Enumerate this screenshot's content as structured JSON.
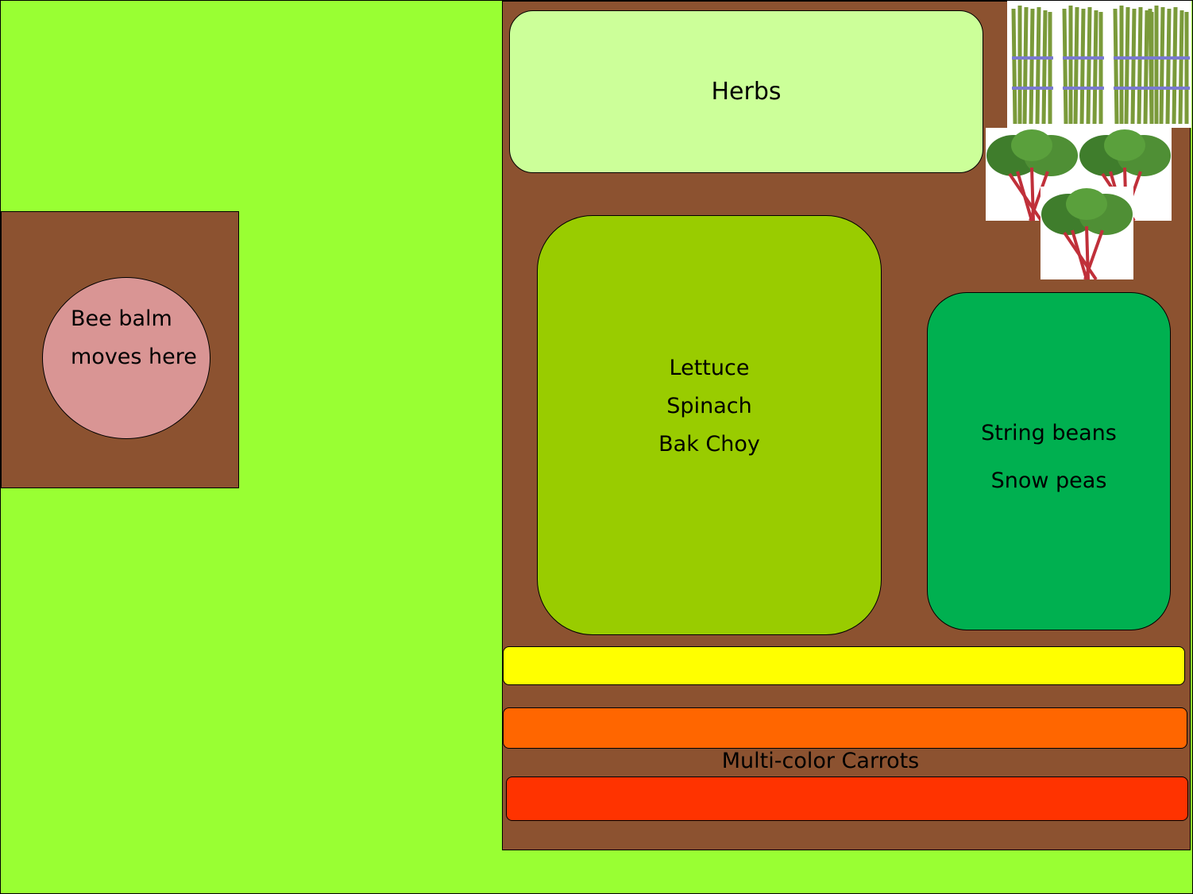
{
  "left_bed": {
    "label_line1": "Bee balm",
    "label_line2": "moves here"
  },
  "herbs": {
    "label": "Herbs"
  },
  "greens": {
    "lines": [
      "Lettuce",
      "Spinach",
      "Bak Choy"
    ]
  },
  "legumes": {
    "lines": [
      "String beans",
      "Snow peas"
    ]
  },
  "carrots": {
    "label": "Multi-color Carrots"
  },
  "colors": {
    "lawn": "#99FF33",
    "soil": "#8C5230",
    "herbs": "#CCFF99",
    "greens": "#99CC00",
    "legumes": "#00B050",
    "pink": "#D99594",
    "yellow": "#FFFF00",
    "orange": "#FF6600",
    "red": "#FF3300"
  },
  "images": {
    "asparagus": "asparagus-photo",
    "rhubarb": "rhubarb-photo"
  }
}
